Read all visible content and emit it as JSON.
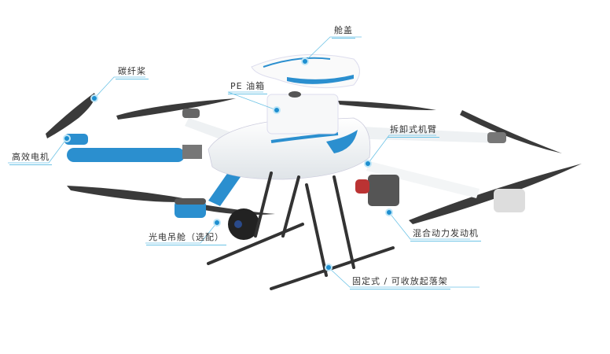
{
  "diagram": {
    "accent_color": "#1e8fd0",
    "labels": {
      "canopy": "舱盖",
      "carbon_propeller": "碳纤桨",
      "pe_fuel_tank": "PE 油箱",
      "detachable_arm": "拆卸式机臂",
      "efficient_motor": "高效电机",
      "gimbal_pod": "光电吊舱（选配）",
      "hybrid_engine": "混合动力发动机",
      "landing_gear": "固定式 / 可收放起落架"
    }
  }
}
